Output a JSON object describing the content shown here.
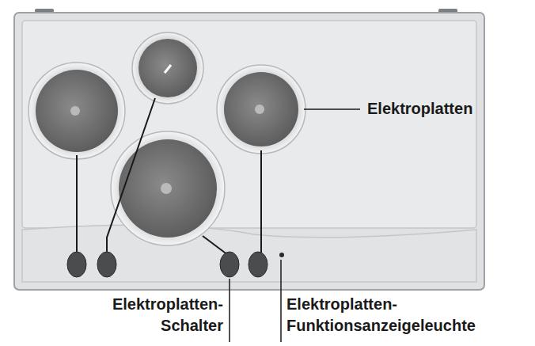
{
  "diagram": {
    "labels": [
      "Elektroplatten",
      "Elektroplatten- Schalter",
      "Elektroplatten- Funktionsanzeigeleuchte"
    ]
  }
}
